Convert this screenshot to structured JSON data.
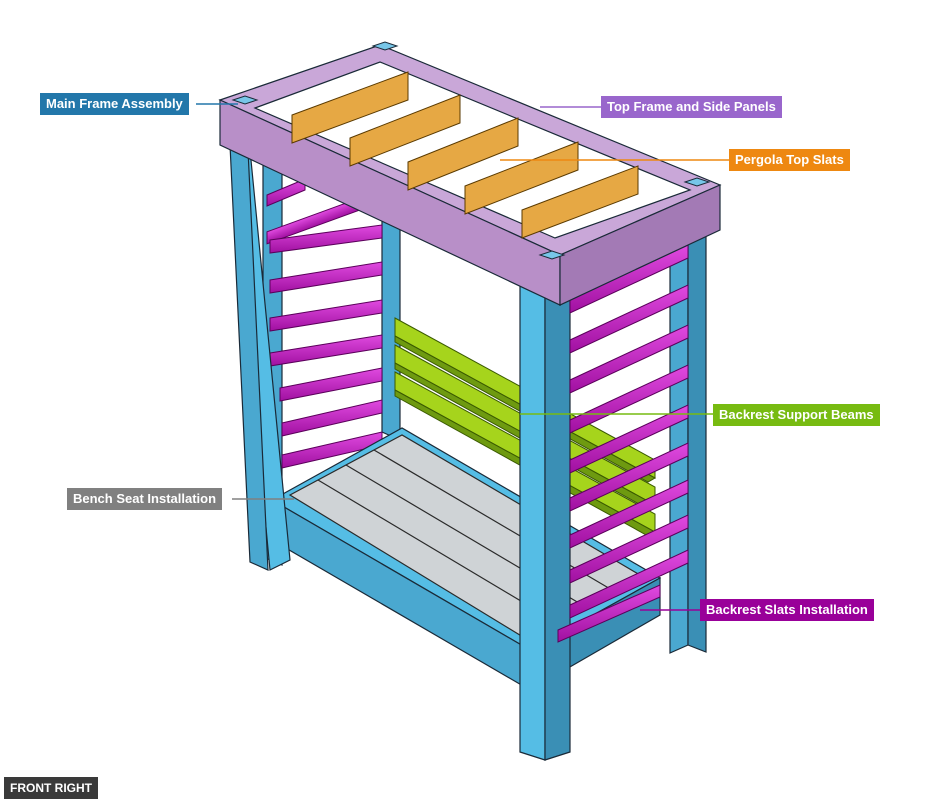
{
  "labels": [
    {
      "id": "main-frame",
      "text": "Main Frame Assembly",
      "color": "#2277aa"
    },
    {
      "id": "top-frame",
      "text": "Top Frame and Side Panels",
      "color": "#9966cc"
    },
    {
      "id": "pergola-slats",
      "text": "Pergola Top Slats",
      "color": "#ee8811"
    },
    {
      "id": "backrest-beams",
      "text": "Backrest Support Beams",
      "color": "#77bb11"
    },
    {
      "id": "bench-seat",
      "text": "Bench Seat Installation",
      "color": "#808080"
    },
    {
      "id": "backrest-slats",
      "text": "Backrest Slats Installation",
      "color": "#990099"
    }
  ],
  "view": {
    "label": "FRONT RIGHT"
  },
  "colors": {
    "frame": "#4db3d9",
    "top": "#b88fc8",
    "pergola": "#e6a844",
    "beams": "#9acc22",
    "seat": "#cfd3d6",
    "slats": "#c21ec2",
    "outline": "#1a2a38"
  }
}
